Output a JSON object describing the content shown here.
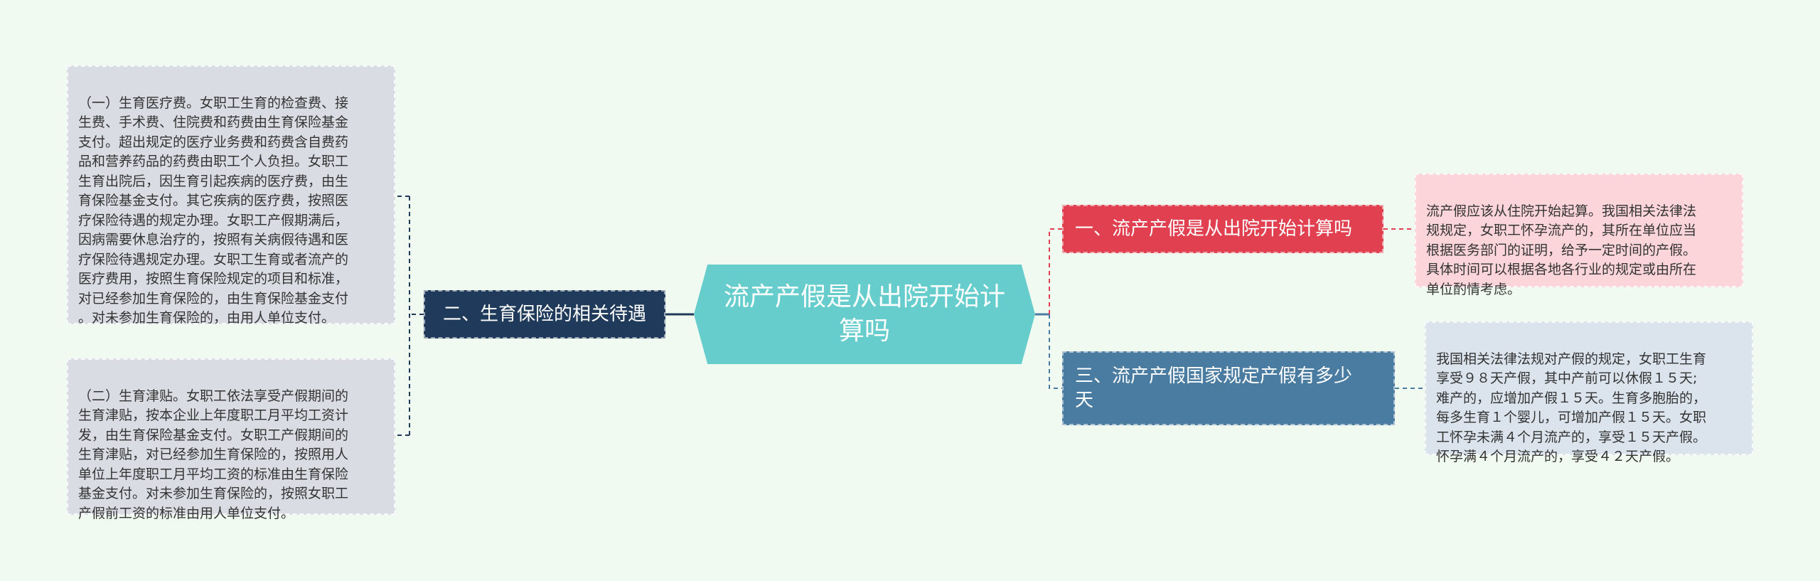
{
  "center": {
    "label": "流产产假是从出院开始计算吗"
  },
  "branches": {
    "left": {
      "label": "二、生育保险的相关待遇",
      "color": "#1f3a5a",
      "leaves": [
        "（一）生育医疗费。女职工生育的检查费、接\n生费、手术费、住院费和药费由生育保险基金\n支付。超出规定的医疗业务费和药费含自费药\n品和营养药品的药费由职工个人负担。女职工\n生育出院后，因生育引起疾病的医疗费，由生\n育保险基金支付。其它疾病的医疗费，按照医\n疗保险待遇的规定办理。女职工产假期满后，\n因病需要休息治疗的，按照有关病假待遇和医\n疗保险待遇规定办理。女职工生育或者流产的\n医疗费用，按照生育保险规定的项目和标准，\n对已经参加生育保险的，由生育保险基金支付\n。对未参加生育保险的，由用人单位支付。",
        "（二）生育津贴。女职工依法享受产假期间的\n生育津贴，按本企业上年度职工月平均工资计\n发，由生育保险基金支付。女职工产假期间的\n生育津贴，对已经参加生育保险的，按照用人\n单位上年度职工月平均工资的标准由生育保险\n基金支付。对未参加生育保险的，按照女职工\n产假前工资的标准由用人单位支付。"
      ]
    },
    "right1": {
      "label": "一、流产产假是从出院开始计算吗",
      "color": "#e04050",
      "leaf": "流产假应该从住院开始起算。我国相关法律法\n规规定，女职工怀孕流产的，其所在单位应当\n根据医务部门的证明，给予一定时间的产假。\n具体时间可以根据各地各行业的规定或由所在\n单位酌情考虑。"
    },
    "right3": {
      "label": "三、流产产假国家规定产假有多少\n天",
      "color": "#4a7ba0",
      "leaf": "我国相关法律法规对产假的规定，女职工生育\n享受９８天产假，其中产前可以休假１５天;\n难产的，应增加产假１５天。生育多胞胎的，\n每多生育１个婴儿，可增加产假１５天。女职\n工怀孕未满４个月流产的，享受１５天产假。\n怀孕满４个月流产的，享受４２天产假。"
    }
  },
  "colors": {
    "background": "#f0faf0",
    "center": "#66cccc",
    "connector_left": "#1f3a5a",
    "connector_right1": "#e04050",
    "connector_right3": "#4a7ba0"
  }
}
